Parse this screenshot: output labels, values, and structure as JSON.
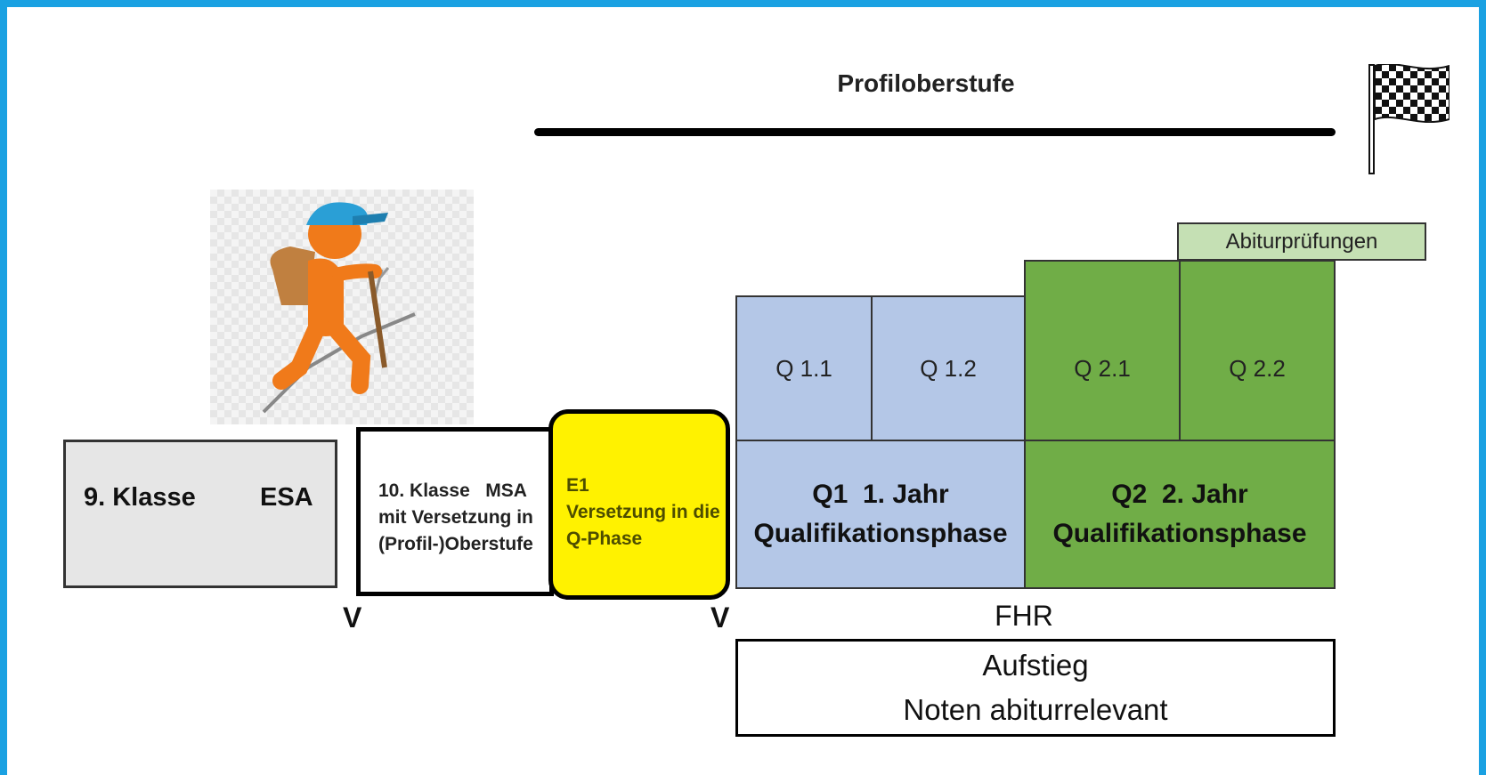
{
  "title": "Profiloberstufe",
  "boxes": {
    "klasse9": {
      "left": "9. Klasse",
      "right": "ESA"
    },
    "klasse10": "10. Klasse   MSA\nmit Versetzung in\n(Profil-)Oberstufe",
    "e1": "E1\nVersetzung in die\nQ-Phase"
  },
  "q_semesters": [
    "Q 1.1",
    "Q 1.2",
    "Q 2.1",
    "Q 2.2"
  ],
  "q1_year": "Q1  1. Jahr\nQualifikationsphase",
  "q2_year": "Q2  2. Jahr\nQualifikationsphase",
  "abitur": "Abiturprüfungen",
  "markers": {
    "v1": "V",
    "v2": "V",
    "fhr": "FHR"
  },
  "footer": "Aufstieg\nNoten abiturrelevant",
  "colors": {
    "frame": "#1aa1e2",
    "q1": "#b4c7e7",
    "q2": "#70ad47",
    "abitur": "#c5e0b4",
    "e1": "#fff200",
    "klasse9": "#e6e6e6"
  },
  "icons": [
    "hiker-icon",
    "checkered-flag-icon"
  ]
}
